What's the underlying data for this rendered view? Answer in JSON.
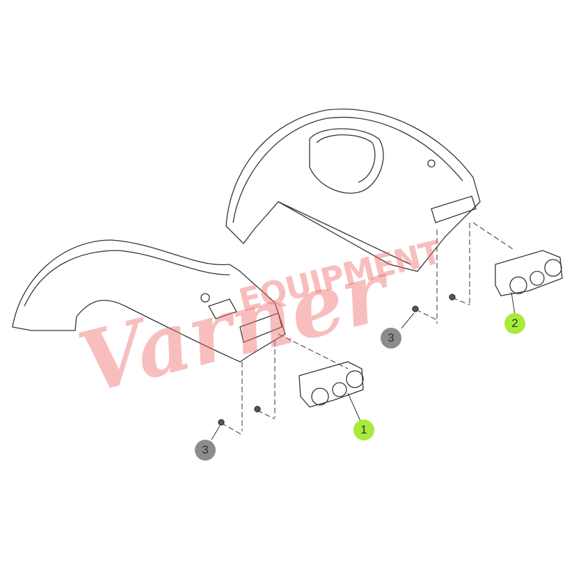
{
  "diagram": {
    "callouts": [
      {
        "id": "c1",
        "label": "1",
        "color": "#a6ec3c"
      },
      {
        "id": "c2",
        "label": "2",
        "color": "#a6ec3c"
      },
      {
        "id": "c3a",
        "label": "3",
        "color": "#8c8c8c"
      },
      {
        "id": "c3b",
        "label": "3",
        "color": "#8c8c8c"
      }
    ],
    "parts": [
      "front-fender",
      "rear-fender",
      "light-housing-1",
      "light-housing-2",
      "nut-3"
    ]
  },
  "watermark": {
    "script": "Varner",
    "word": "EQUIPMENT",
    "color": "#f06e6e"
  }
}
